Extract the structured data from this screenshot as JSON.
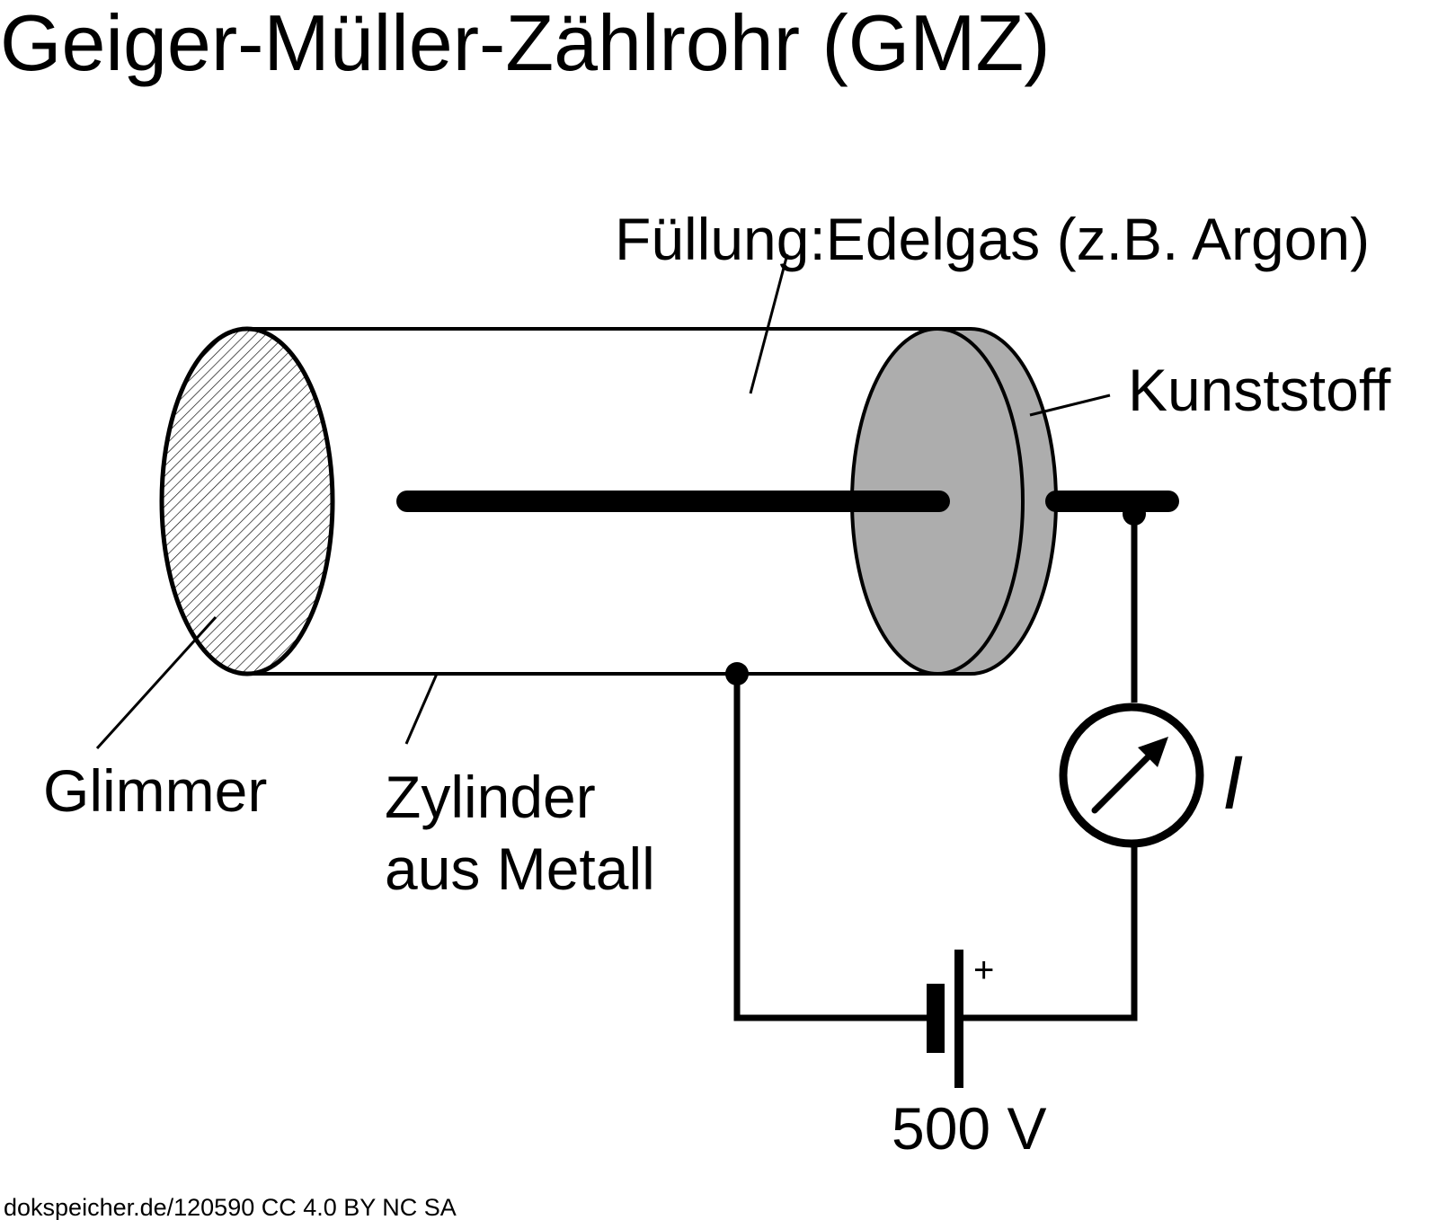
{
  "title": "Geiger-Müller-Zählrohr (GMZ)",
  "labels": {
    "filling": "Füllung:Edelgas (z.B. Argon)",
    "plastic": "Kunststoff",
    "mica": "Glimmer",
    "cylinder_line1": "Zylinder",
    "cylinder_line2": "aus Metall",
    "current": "I",
    "voltage": "500 V",
    "plus": "+"
  },
  "footer": "dokspeicher.de/120590 CC 4.0 BY NC SA",
  "colors": {
    "line": "#000000",
    "plastic_fill": "#adadad",
    "background": "#ffffff"
  },
  "icons": {
    "ammeter": "ammeter-icon",
    "battery": "battery-icon"
  }
}
